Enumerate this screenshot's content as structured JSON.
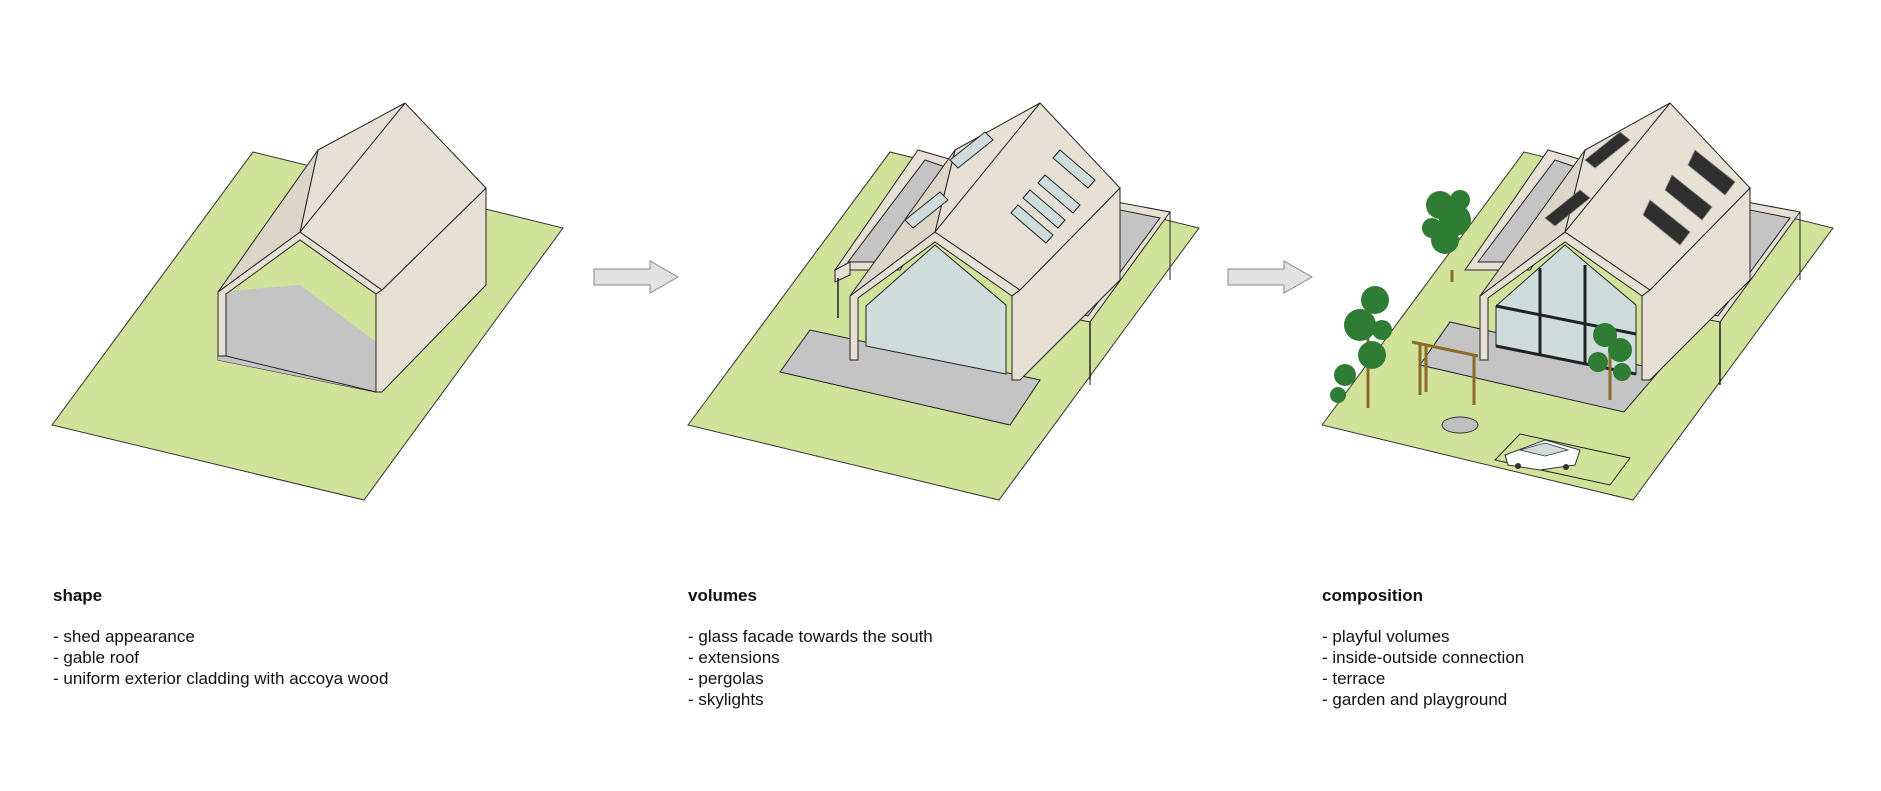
{
  "stages": [
    {
      "title": "shape",
      "items": [
        "- shed appearance",
        "- gable roof",
        "- uniform exterior cladding with accoya wood"
      ]
    },
    {
      "title": "volumes",
      "items": [
        "- glass facade towards the south",
        "- extensions",
        "- pergolas",
        "- skylights"
      ]
    },
    {
      "title": "composition",
      "items": [
        "- playful volumes",
        "- inside-outside connection",
        "- terrace",
        "- garden and playground"
      ]
    }
  ],
  "colors": {
    "lawn": "#d1e29a",
    "wall": "#e6e1d4",
    "paving": "#c4c4c4",
    "glass": "#cfdcdc",
    "panel": "#2f2f2f",
    "tree": "#2f7d35",
    "arrow": "#e2e2e2"
  }
}
